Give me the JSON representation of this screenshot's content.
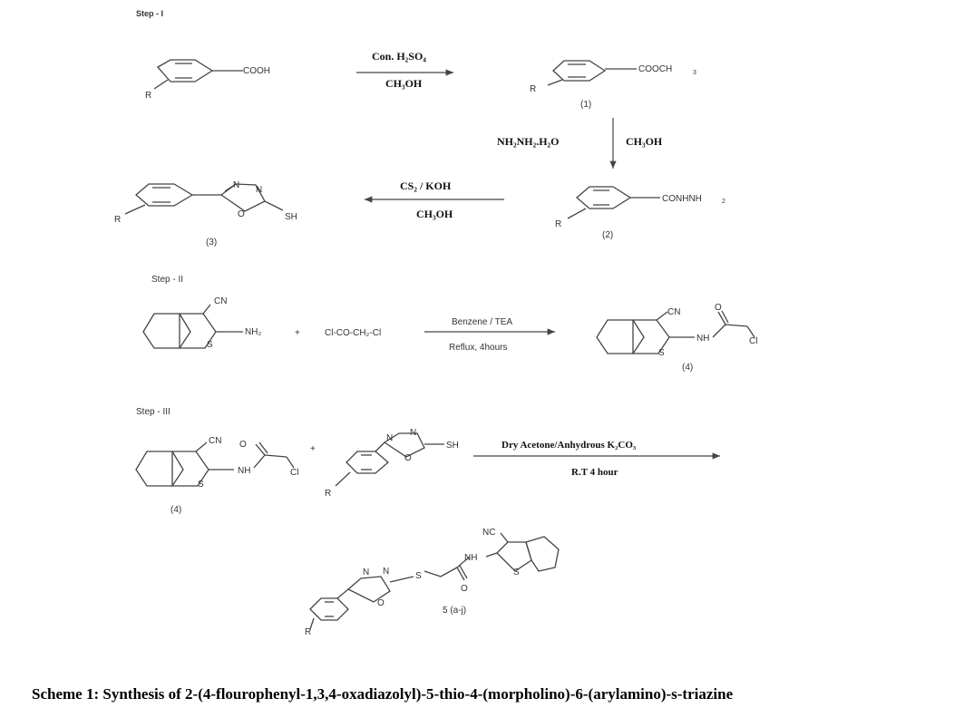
{
  "steps": {
    "step1": "Step - I",
    "step2": "Step - II",
    "step3": "Step - III"
  },
  "reagents": {
    "r1_top": "Con. H₂SO₄",
    "r1_bottom": "CH₃OH",
    "r2_left": "NH₂NH₂.H₂O",
    "r2_right": "CH₃OH",
    "r3_top": "CS₂ / KOH",
    "r3_bottom": "CH₃OH",
    "r4_top": "Benzene / TEA",
    "r4_bottom": "Reflux, 4hours",
    "r5_top": "Dry Acetone/Anhydrous K₂CO₃",
    "r5_bottom": "R.T 4 hour"
  },
  "groups": {
    "cooh": "COOH",
    "cooch3": "COOCH",
    "cooch3_sub": "3",
    "conhnh2": "CONHNH",
    "conhnh2_sub": "2",
    "r": "R",
    "sh": "SH",
    "n": "N",
    "o": "O",
    "s": "S",
    "cn": "CN",
    "nc": "NC",
    "nh2": "NH₂",
    "nh": "NH",
    "cl": "Cl",
    "plus": "+",
    "chloroacetyl": "Cl-CO-CH₂-Cl"
  },
  "compound_labels": {
    "c1": "(1)",
    "c2": "(2)",
    "c3": "(3)",
    "c4": "(4)",
    "c4b": "(4)",
    "c5": "5 (a-j)"
  },
  "caption": "Scheme 1: Synthesis of 2-(4-flourophenyl-1,3,4-oxadiazolyl)-5-thio-4-(morpholino)-6-(arylamino)-s-triazine"
}
